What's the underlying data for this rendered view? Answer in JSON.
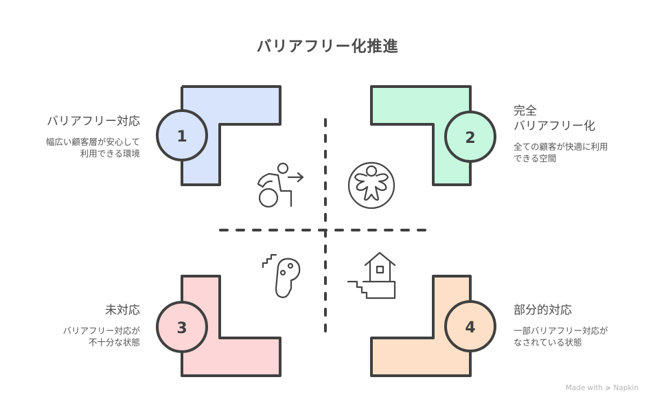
{
  "title": "バリアフリー化推進",
  "quadrants": [
    {
      "number": "1",
      "heading": "バリアフリー対応",
      "description": "幅広い顧客層が安心して\n利用できる環境",
      "color": "#d7e4fc",
      "icon": "wheelchair-user-icon"
    },
    {
      "number": "2",
      "heading": "完全\nバリアフリー化",
      "description": "全ての顧客が快適に利用\nできる空間",
      "color": "#c6f7df",
      "icon": "universal-access-icon"
    },
    {
      "number": "3",
      "heading": "未対応",
      "description": "バリアフリー対応が\n不十分な状態",
      "color": "#fdd7d7",
      "icon": "foot-stairs-icon"
    },
    {
      "number": "4",
      "heading": "部分的対応",
      "description": "一部バリアフリー対応が\nなされている状態",
      "color": "#fde0c7",
      "icon": "house-stairs-icon"
    }
  ],
  "footer": {
    "text": "Made with ≽ Napkin"
  },
  "colors": {
    "outline": "#404040",
    "text": "#4a4a4a"
  }
}
